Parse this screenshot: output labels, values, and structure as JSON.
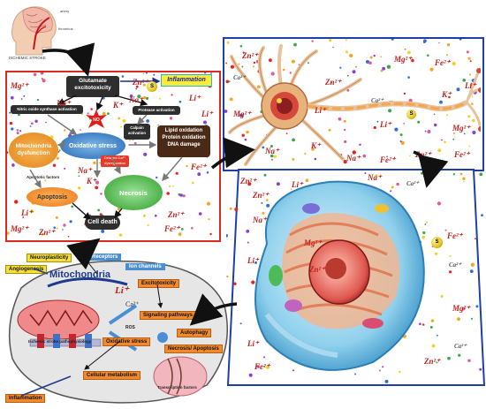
{
  "stroke": {
    "title": "ISCHEMIC STROKE",
    "label_artery": "artery",
    "label_thrombus": "thrombus"
  },
  "pathway": {
    "glutamate": "Glutamate excitotoxicity",
    "inflammation": "Inflammation",
    "nitric": "Nitric oxide synthase activation",
    "protease": "Protease activation",
    "calpain": "Calpain activation",
    "oxidative": "Oxidative stress",
    "mito": "Mitochondria dysfunction",
    "lipid": "Lipid oxidation Protein oxidation DNA damage",
    "apoptotic_factors": "Apoptotic factors",
    "delayed_ca": "Delayed Ca²⁺ dysregulation",
    "apoptosis": "Apoptosis",
    "necrosis": "Necrosis",
    "cell_death": "Cell death"
  },
  "cell_panel": {
    "neuroplasticity": "Neuroplasticity",
    "angiogenesis": "Angiogenesis",
    "receptors": "Receptors",
    "ion_channels": "Ion channels",
    "mitochondria": "Mitochondria",
    "li": "Li⁺",
    "ca": "Ca²⁺",
    "excitotoxicity": "Excitotoxicity",
    "signaling": "Signaling pathways",
    "autophagy": "Autophagy",
    "ros": "ROS",
    "oxidative": "Oxidative stress",
    "necrosis_apoptosis": "Necrosis/ Apoptosis",
    "ischemic_label": "Ischemic stroke pathophysiology",
    "cellular_metabolism": "Cellular metabolism",
    "transcription": "Transcription factors",
    "inflammation": "Inflammation"
  },
  "ions": {
    "mg": "Mg²⁺",
    "zn": "Zn²⁺",
    "li": "Li⁺",
    "fe": "Fe²⁺",
    "na": "Na⁺",
    "k": "K⁺",
    "ca": "Ca²⁺",
    "s": "S"
  },
  "colors": {
    "frame_red": "#d92a1f",
    "frame_blue": "#1f3fa8",
    "ion_red": "#c0201a",
    "arrow": "#111111"
  }
}
